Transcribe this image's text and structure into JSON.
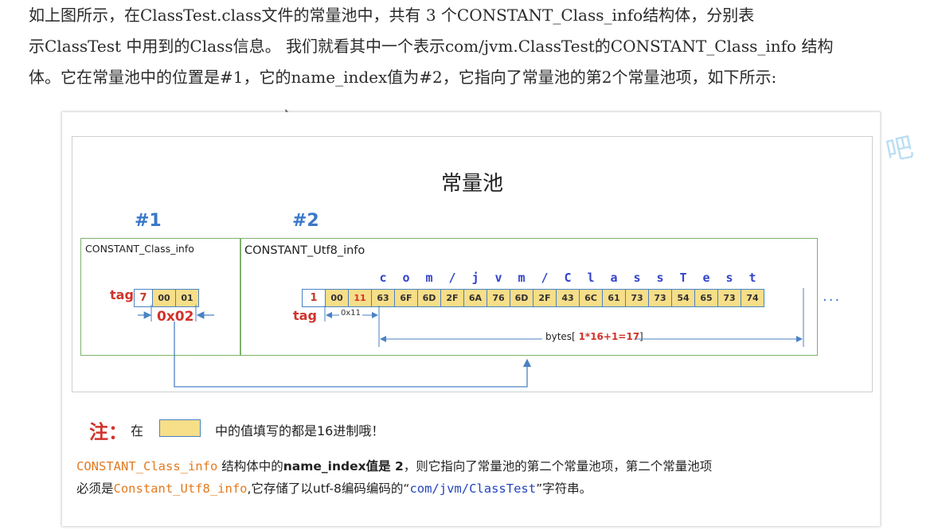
{
  "paragraph": {
    "line1": "如上图所示，在ClassTest.class文件的常量池中，共有 3 个CONSTANT_Class_info结构体，分别表",
    "line2": "示ClassTest 中用到的Class信息。 我们就看其中一个表示com/jvm.ClassTest的CONSTANT_Class_info 结构",
    "line3": "体。它在常量池中的位置是#1，它的name_index值为#2，它指向了常量池的第2个常量池项，如下所示:"
  },
  "figure": {
    "title": "常量池",
    "index1": "#1",
    "index2": "#2",
    "class_box": {
      "label": "CONSTANT_Class_info",
      "tag_label": "tag",
      "cells": [
        "7",
        "00",
        "01"
      ],
      "value_label": "0x02"
    },
    "utf8_box": {
      "label": "CONSTANT_Utf8_info",
      "tag_label": "tag",
      "length_label": "0x11",
      "bytes_label_prefix": "bytes[ ",
      "bytes_label_expr": "1*16+1=17",
      "bytes_label_suffix": "]",
      "cells": [
        "1",
        "00",
        "11",
        "63",
        "6F",
        "6D",
        "2F",
        "6A",
        "76",
        "6D",
        "2F",
        "43",
        "6C",
        "61",
        "73",
        "73",
        "54",
        "65",
        "73",
        "74"
      ],
      "chars": [
        "c",
        "o",
        "m",
        "/",
        "j",
        "v",
        "m",
        "/",
        "C",
        "l",
        "a",
        "s",
        "s",
        "T",
        "e",
        "s",
        "t"
      ],
      "ellipsis": "..."
    },
    "note": {
      "label": "注：",
      "prefix": "在",
      "text": "中的值填写的都是16进制哦！"
    },
    "explain": {
      "l1_a": "CONSTANT_Class_info",
      "l1_b": " 结构体中的",
      "l1_c": "name_index值是 2",
      "l1_d": "，则它指向了常量池的第二个常量池项，第二个常量池项",
      "l2_a": "必须是",
      "l2_b": "Constant_Utf8_info",
      "l2_c": ",它存储了以utf-8编码编码的“",
      "l2_d": "com/jvm/ClassTest",
      "l2_e": "”字符串。"
    }
  },
  "side_decoration": "吧",
  "colors": {
    "hex_fill": "#f7de88",
    "cell_border": "#4a82c4",
    "box_border": "#7cb36b",
    "index_blue": "#3a78c9",
    "red": "#d0332c",
    "orange": "#e37a1f"
  }
}
